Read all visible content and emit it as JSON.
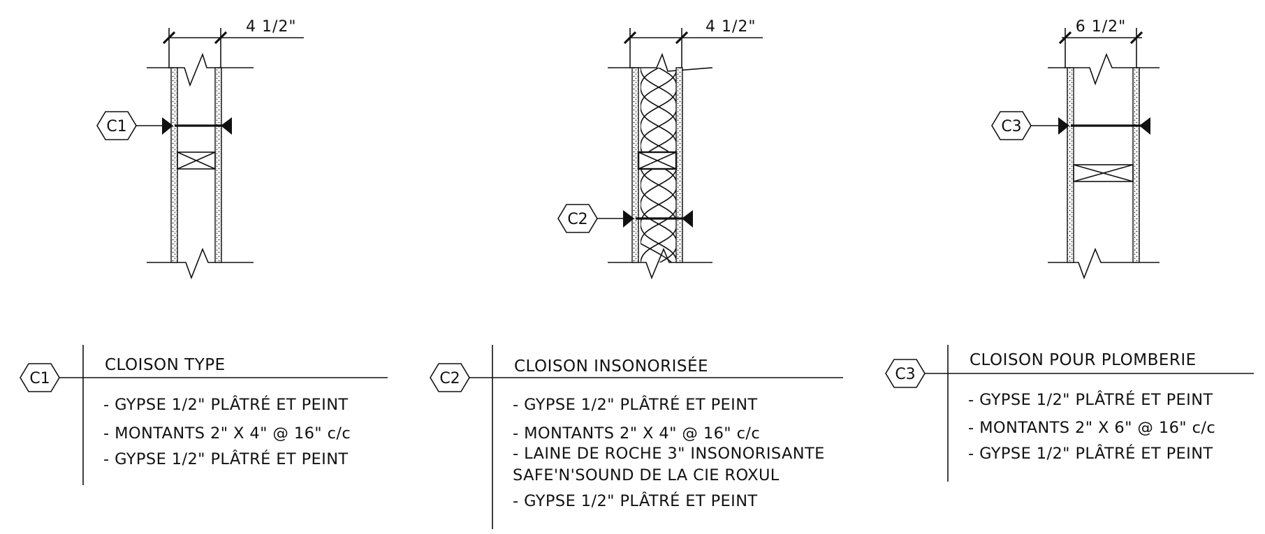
{
  "sections": [
    {
      "tag": "C1",
      "dimension": "4 1/2\"",
      "insulated": false
    },
    {
      "tag": "C2",
      "dimension": "4 1/2\"",
      "insulated": true
    },
    {
      "tag": "C3",
      "dimension": "6 1/2\"",
      "insulated": false
    }
  ],
  "legend": [
    {
      "tag": "C1",
      "title": "CLOISON TYPE",
      "lines": [
        "- GYPSE 1/2\" PLÂTRÉ ET PEINT",
        "- MONTANTS 2\" X 4\" @ 16\" c/c",
        "- GYPSE 1/2\" PLÂTRÉ ET PEINT"
      ]
    },
    {
      "tag": "C2",
      "title": "CLOISON INSONORISÉE",
      "lines": [
        "- GYPSE 1/2\" PLÂTRÉ ET PEINT",
        "- MONTANTS 2\" X 4\" @ 16\" c/c",
        "- LAINE DE ROCHE 3\" INSONORISANTE",
        "SAFE'N'SOUND DE LA CIE ROXUL",
        "- GYPSE 1/2\" PLÂTRÉ ET PEINT"
      ]
    },
    {
      "tag": "C3",
      "title": "CLOISON POUR PLOMBERIE",
      "lines": [
        "- GYPSE 1/2\" PLÂTRÉ ET PEINT",
        "- MONTANTS 2\" X 6\" @ 16\" c/c",
        "- GYPSE 1/2\" PLÂTRÉ ET PEINT"
      ]
    }
  ]
}
